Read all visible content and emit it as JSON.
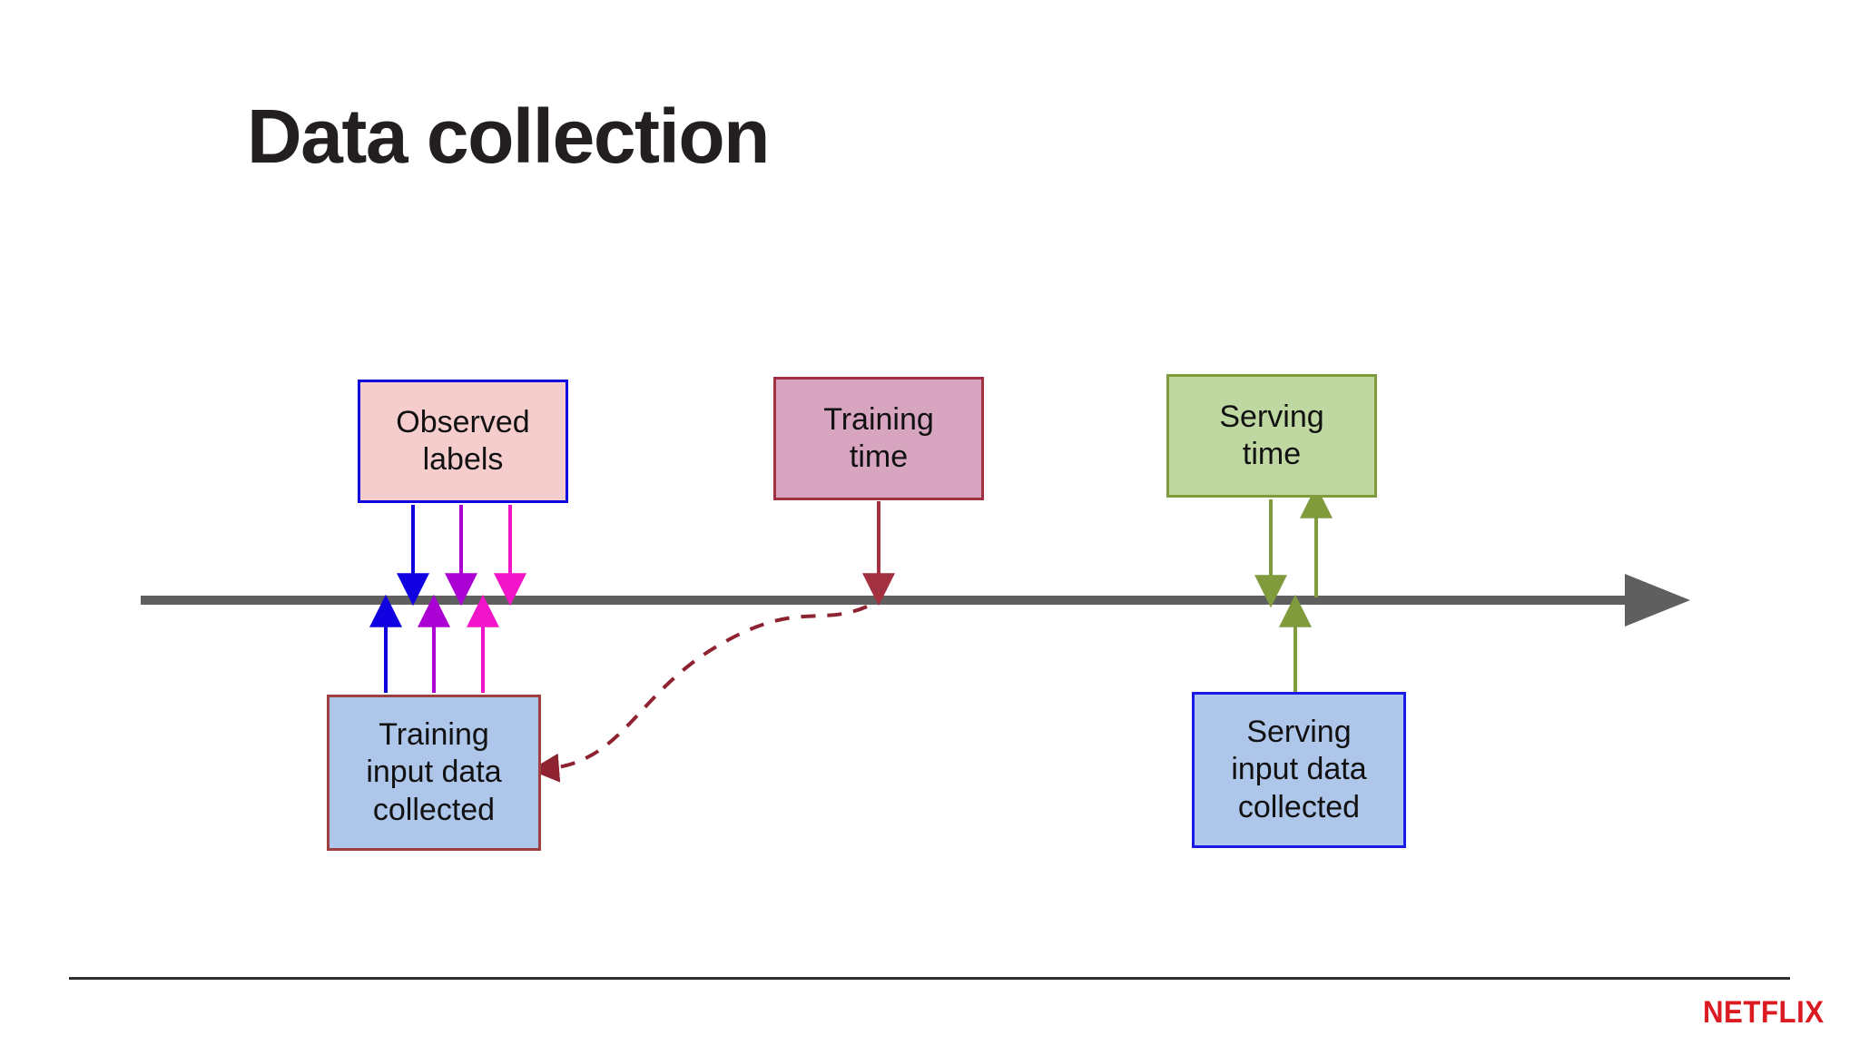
{
  "slide": {
    "title": "Data collection",
    "background_color": "#ffffff",
    "title_color": "#231f20"
  },
  "footer": {
    "brand": "NETFLIX",
    "brand_color": "#dc1a22",
    "rule_color": "#2e2e2e"
  },
  "timeline": {
    "name": "time-axis",
    "color": "#5f5f5f",
    "direction": "left-to-right",
    "has_arrowhead": true
  },
  "boxes": [
    {
      "id": "observed-labels",
      "label": "Observed\nlabels",
      "fill": "#f6cdcd",
      "border": "#1100e0"
    },
    {
      "id": "training-time",
      "label": "Training\ntime",
      "fill": "#d7a5c0",
      "border": "#a33040"
    },
    {
      "id": "serving-time",
      "label": "Serving\ntime",
      "fill": "#bfd8a2",
      "border": "#7f9b3c"
    },
    {
      "id": "training-input-data",
      "label": "Training\ninput data\ncollected",
      "fill": "#aec6ea",
      "border": "#a03f3f"
    },
    {
      "id": "serving-input-data",
      "label": "Serving\ninput data\ncollected",
      "fill": "#aec6ea",
      "border": "#1a1ae8"
    }
  ],
  "connectors": [
    {
      "id": "label-arrow-blue",
      "color": "#1100e0",
      "from": "observed-labels",
      "to": "time-axis",
      "style": "solid"
    },
    {
      "id": "label-arrow-violet",
      "color": "#aa00d4",
      "from": "observed-labels",
      "to": "time-axis",
      "style": "solid"
    },
    {
      "id": "label-arrow-magenta",
      "color": "#f214c8",
      "from": "observed-labels",
      "to": "time-axis",
      "style": "solid"
    },
    {
      "id": "input-arrow-blue",
      "color": "#1100e0",
      "from": "training-input-data",
      "to": "time-axis",
      "style": "solid"
    },
    {
      "id": "input-arrow-violet",
      "color": "#aa00d4",
      "from": "training-input-data",
      "to": "time-axis",
      "style": "solid"
    },
    {
      "id": "input-arrow-magenta",
      "color": "#f214c8",
      "from": "training-input-data",
      "to": "time-axis",
      "style": "solid"
    },
    {
      "id": "training-time-arrow",
      "color": "#a33040",
      "from": "training-time",
      "to": "time-axis",
      "style": "solid"
    },
    {
      "id": "training-feedback-curve",
      "color": "#8e2230",
      "from": "time-axis",
      "to": "training-input-data",
      "style": "dashed"
    },
    {
      "id": "serving-time-down-arrow",
      "color": "#7f9b3c",
      "from": "serving-time",
      "to": "time-axis",
      "style": "solid"
    },
    {
      "id": "serving-time-up-arrow",
      "color": "#7f9b3c",
      "from": "time-axis",
      "to": "serving-time",
      "style": "solid"
    },
    {
      "id": "serving-input-arrow",
      "color": "#7f9b3c",
      "from": "serving-input-data",
      "to": "time-axis",
      "style": "solid"
    }
  ]
}
